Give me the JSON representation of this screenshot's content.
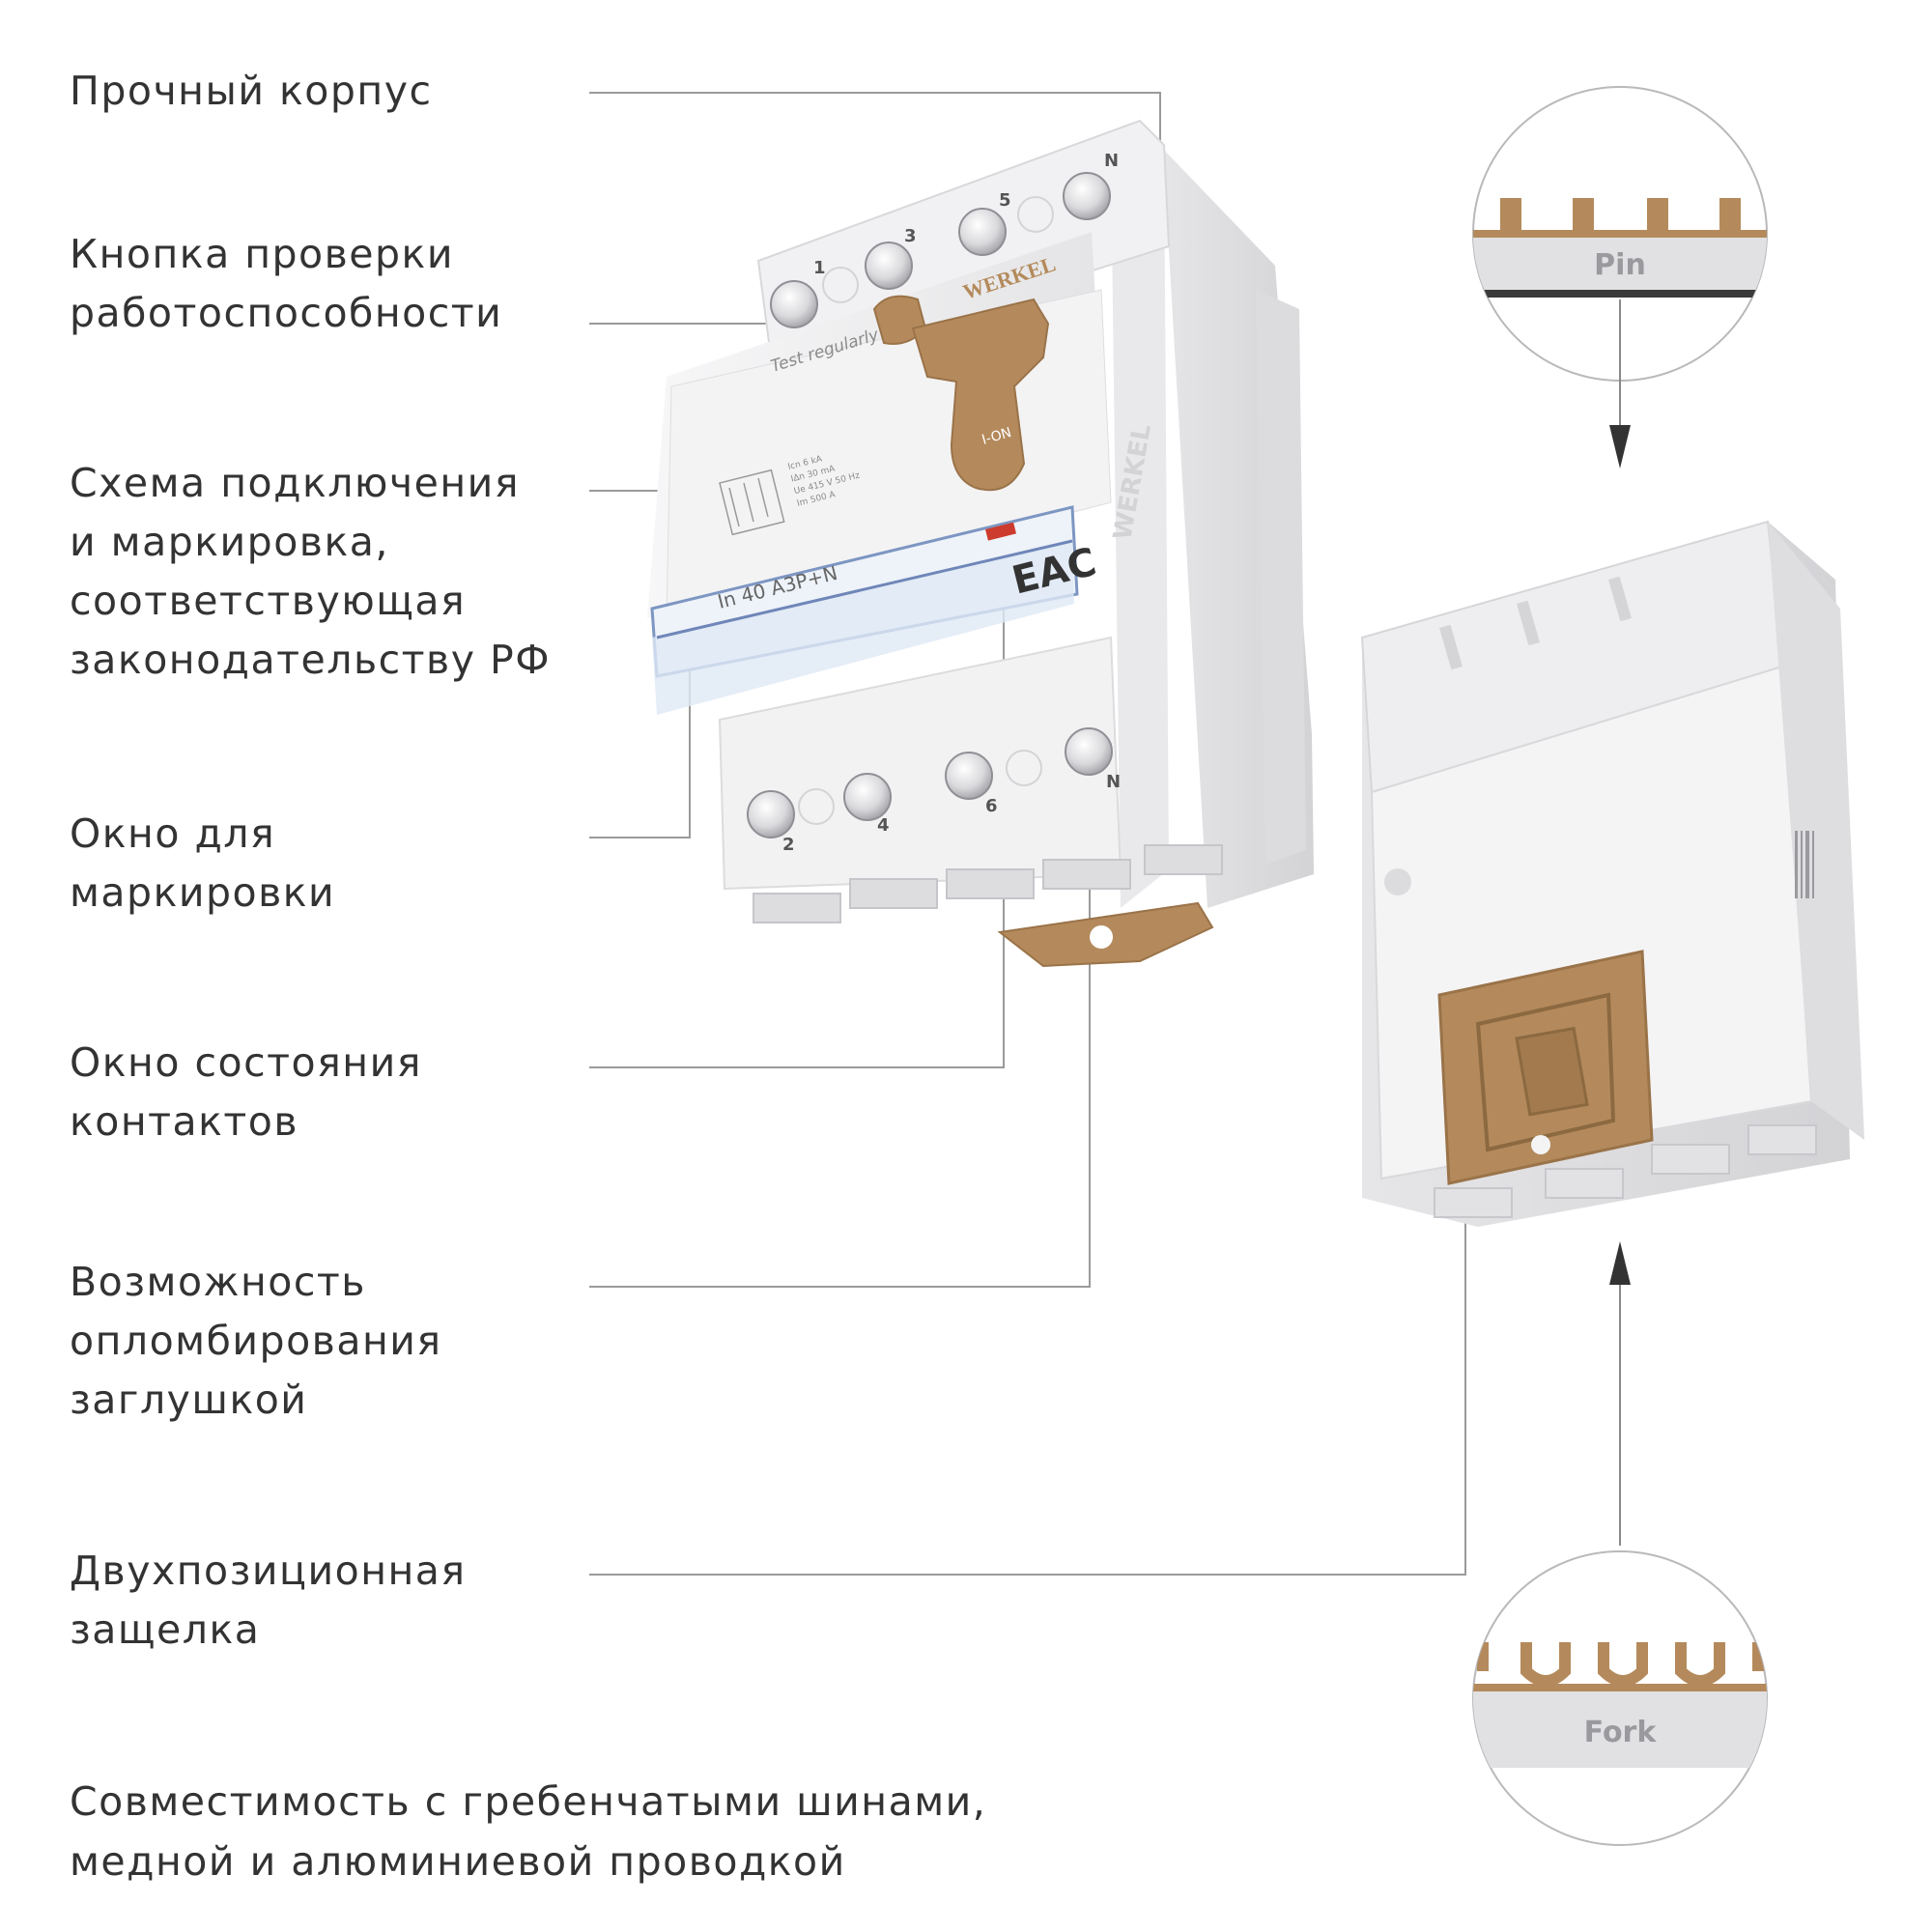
{
  "labels": {
    "housing": "Прочный корпус",
    "test_button": "Кнопка проверки\nработоспособности",
    "scheme": "Схема подключения\nи маркировка,\nсоответствующая\nзаконодательству РФ",
    "marking_window": "Окно для\nмаркировки",
    "contact_window": "Окно состояния\nконтактов",
    "sealing": "Возможность\nопломбирования\nзаглушкой",
    "latch": "Двухпозиционная\nзащелка",
    "compat": "Совместимость с гребенчатыми шинами,\nмедной и алюминиевой проводкой"
  },
  "device": {
    "brand": "WERKEL",
    "side_brand": "WERKEL",
    "test_text": "Test regularly",
    "lever_text": "I-ON",
    "rating": "In 40 A3P+N",
    "cert_mark": "EAC",
    "top_terminals": [
      "1",
      "3",
      "5",
      "N"
    ],
    "bottom_terminals": [
      "2",
      "4",
      "6",
      "N"
    ],
    "specs": [
      "Icn 6 kA",
      "IΔn 30 mA",
      "Ue 415 V 50 Hz",
      "Im 500 A"
    ]
  },
  "busbars": {
    "pin_label": "Pin",
    "fork_label": "Fork"
  },
  "colors": {
    "copper": "#b48a5c",
    "copper_dark": "#9a7349",
    "body": "#eeeeef",
    "line": "#8a8a8a"
  }
}
